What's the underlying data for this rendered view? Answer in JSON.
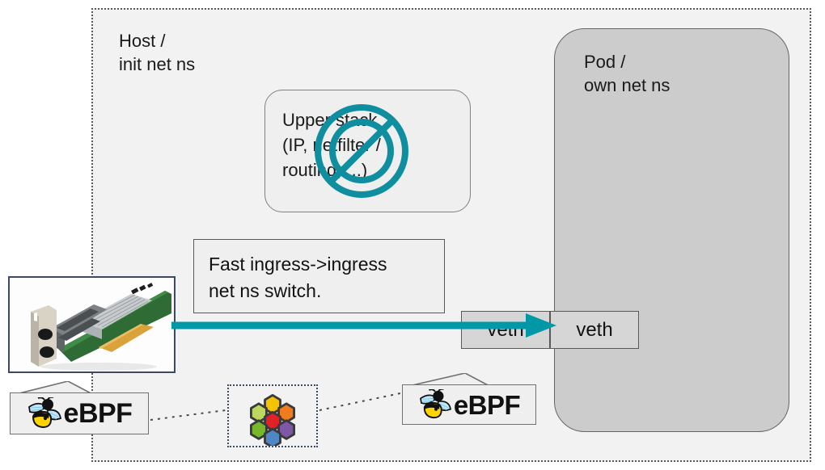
{
  "diagram": {
    "title_host": "Host /\ninit net ns",
    "title_pod": "Pod /\nown net ns",
    "upper_stack_text": "Upper stack\n(IP, netfilter /\nrouting, ...)",
    "note_text": "Fast ingress->ingress\nnet ns switch.",
    "veth_host_label": "veth",
    "veth_pod_label": "veth",
    "ebpf_left_label": "eBPF",
    "ebpf_right_label": "eBPF",
    "colors": {
      "teal_arrow": "#0097A7",
      "host_region_fill": "#F2F2F2",
      "pod_fill": "#CCCCCC",
      "veth_fill": "#D6D6D6",
      "note_fill": "#EFEFEF",
      "border_dark": "#595959",
      "nic_border": "#3B4A63"
    },
    "icons": {
      "prohibition": "no-entry-icon",
      "bee": "bee-icon",
      "hexagons": "cilium-hexagon-logo",
      "nic": "network-interface-card-photo",
      "arrow": "teal-arrow-icon"
    },
    "cilium_hex_colors": {
      "center": "#E02127",
      "top": "#F5C400",
      "top_right": "#F07C1E",
      "bottom_right": "#7E57A6",
      "bottom": "#4F86C6",
      "bottom_left": "#76B82A",
      "top_left": "#BED85F"
    }
  }
}
